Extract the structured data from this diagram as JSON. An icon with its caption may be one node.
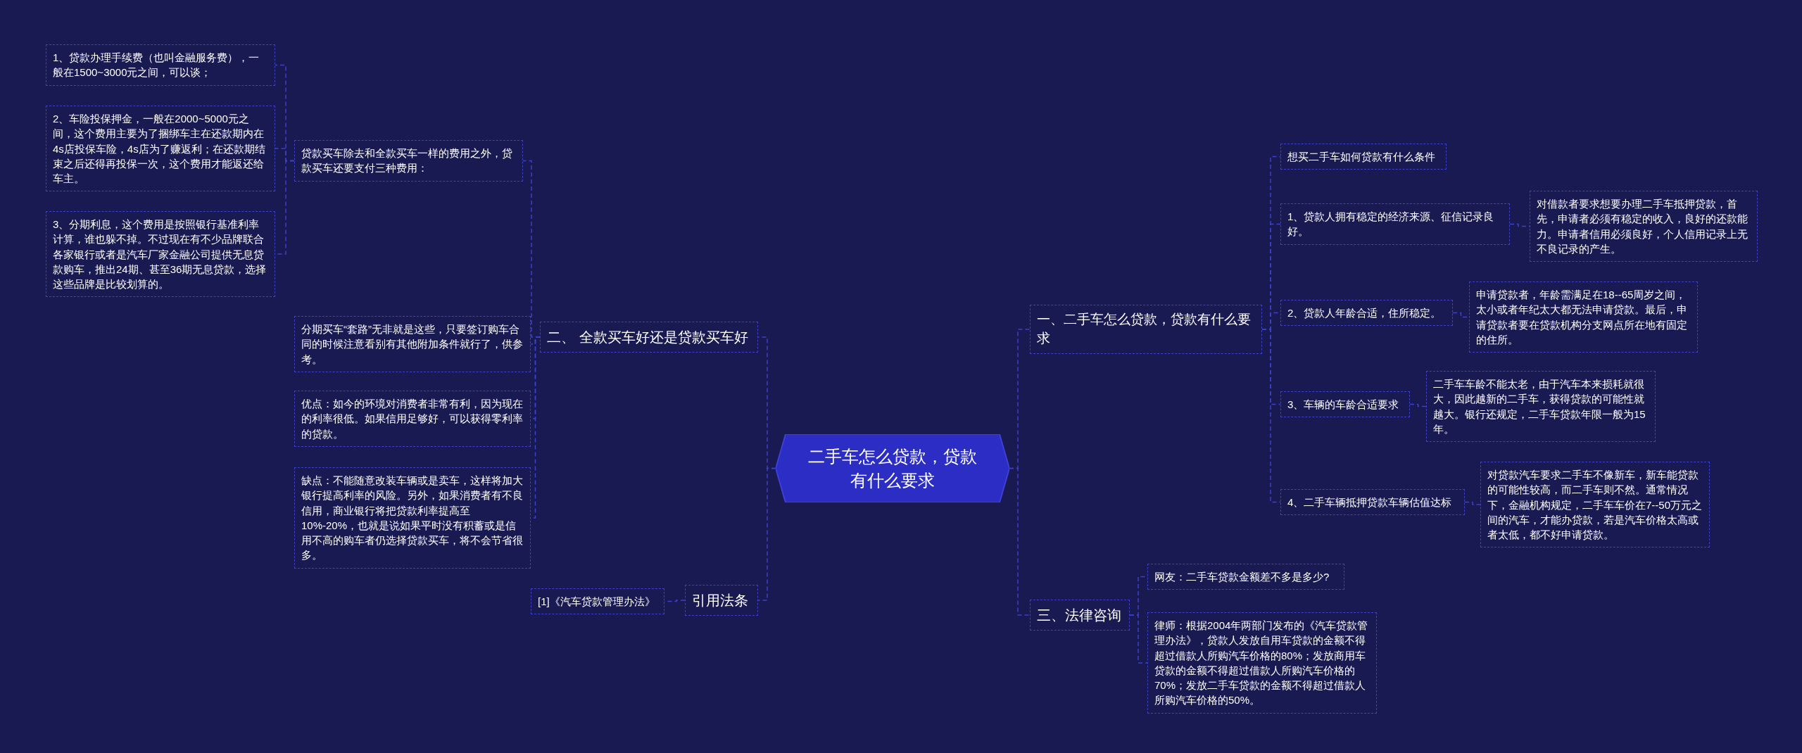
{
  "diagram": {
    "nodes": [
      {
        "text": [
          "二手车怎么贷款，贷款有什么要求"
        ]
      },
      {
        "text": [
          "一、二手车怎么贷款，贷款有什么要求"
        ]
      },
      {
        "text": [
          "三、法律咨询"
        ]
      },
      {
        "text": [
          "二、 全款买车好还是贷款买车好"
        ]
      },
      {
        "text": [
          "引用法条"
        ]
      },
      {
        "text": [
          "想买二手车如何贷款有什么条件"
        ]
      },
      {
        "text": [
          "1、贷款人拥有稳定的经济来源、征信记录良好。"
        ]
      },
      {
        "text": [
          "对借款者要求想要办理二手车抵押贷款，首先，申请者必须有稳定的收入，良好的还款能力。申请者信用必须良好，个人信用记录上无不良记录的产生。"
        ]
      },
      {
        "text": [
          "2、贷款人年龄合适，住所稳定。"
        ]
      },
      {
        "text": [
          "申请贷款者，年龄需满足在18--65周岁之间，太小或者年纪太大都无法申请贷款。最后，申请贷款者要在贷款机构分支网点所在地有固定的住所。"
        ]
      },
      {
        "text": [
          "3、车辆的车龄合适要求"
        ]
      },
      {
        "text": [
          "二手车车龄不能太老，由于汽车本来损耗就很大，因此越新的二手车，获得贷款的可能性就越大。银行还规定，二手车贷款年限一般为15年。"
        ]
      },
      {
        "text": [
          "4、二手车辆抵押贷款车辆估值达标"
        ]
      },
      {
        "text": [
          "对贷款汽车要求二手车不像新车，新车能贷款的可能性较高，而二手车则不然。通常情况下，金融机构规定，二手车车价在7--50万元之间的汽车，才能办贷款，若是汽车价格太高或者太低，都不好申请贷款。"
        ]
      },
      {
        "text": [
          "网友：二手车贷款金额差不多是多少?"
        ]
      },
      {
        "text": [
          "律师：根据2004年两部门发布的《汽车贷款管理办法》，贷款人发放自用车贷款的金额不得超过借款人所购汽车价格的80%；发放商用车贷款的金额不得超过借款人所购汽车价格的70%；发放二手车贷款的金额不得超过借款人所购汽车价格的50%。"
        ]
      },
      {
        "text": [
          "贷款买车除去和全款买车一样的费用之外，贷款买车还要支付三种费用："
        ]
      },
      {
        "text": [
          "分期买车“套路”无非就是这些，只要签订购车合同的时候注意看别有其他附加条件就行了，供参考。"
        ]
      },
      {
        "text": [
          "优点：如今的环境对消费者非常有利，因为现在的利率很低。如果信用足够好，可以获得零利率的贷款。"
        ]
      },
      {
        "text": [
          "缺点：不能随意改装车辆或是卖车，这样将加大银行提高利率的风险。另外，如果消费者有不良信用，商业银行将把贷款利率提高至10%-20%，也就是说如果平时没有积蓄或是信用不高的购车者仍选择贷款买车，将不会节省很多。"
        ]
      },
      {
        "text": [
          "1、贷款办理手续费（也叫金融服务费），一般在1500~3000元之间，可以谈；"
        ]
      },
      {
        "text": [
          "2、车险投保押金，一般在2000~5000元之间，这个费用主要为了捆绑车主在还款期内在4s店投保车险，4s店为了赚返利；在还款期结束之后还得再投保一次，这个费用才能返还给车主。"
        ]
      },
      {
        "text": [
          "3、分期利息，这个费用是按照银行基准利率计算，谁也躲不掉。不过现在有不少品牌联合各家银行或者是汽车厂家金融公司提供无息贷款购车，推出24期、甚至36期无息贷款，选择这些品牌是比较划算的。"
        ]
      },
      {
        "text": [
          "[1]《汽车贷款管理办法》"
        ]
      }
    ],
    "edges": [
      {
        "from": 0,
        "to": 1,
        "arrow": "none"
      },
      {
        "from": 0,
        "to": 2,
        "arrow": "none"
      },
      {
        "from": 0,
        "to": 3,
        "arrow": "none"
      },
      {
        "from": 0,
        "to": 4,
        "arrow": "none"
      },
      {
        "from": 1,
        "to": 5,
        "arrow": "none"
      },
      {
        "from": 1,
        "to": 6,
        "arrow": "none"
      },
      {
        "from": 1,
        "to": 8,
        "arrow": "none"
      },
      {
        "from": 1,
        "to": 10,
        "arrow": "none"
      },
      {
        "from": 1,
        "to": 12,
        "arrow": "none"
      },
      {
        "from": 6,
        "to": 7,
        "arrow": "none"
      },
      {
        "from": 8,
        "to": 9,
        "arrow": "none"
      },
      {
        "from": 10,
        "to": 11,
        "arrow": "none"
      },
      {
        "from": 12,
        "to": 13,
        "arrow": "none"
      },
      {
        "from": 2,
        "to": 14,
        "arrow": "none"
      },
      {
        "from": 2,
        "to": 15,
        "arrow": "none"
      },
      {
        "from": 3,
        "to": 16,
        "arrow": "none"
      },
      {
        "from": 3,
        "to": 17,
        "arrow": "none"
      },
      {
        "from": 3,
        "to": 18,
        "arrow": "none"
      },
      {
        "from": 3,
        "to": 19,
        "arrow": "none"
      },
      {
        "from": 16,
        "to": 20,
        "arrow": "none"
      },
      {
        "from": 16,
        "to": 21,
        "arrow": "none"
      },
      {
        "from": 16,
        "to": 22,
        "arrow": "none"
      },
      {
        "from": 4,
        "to": 23,
        "arrow": "none"
      }
    ]
  }
}
